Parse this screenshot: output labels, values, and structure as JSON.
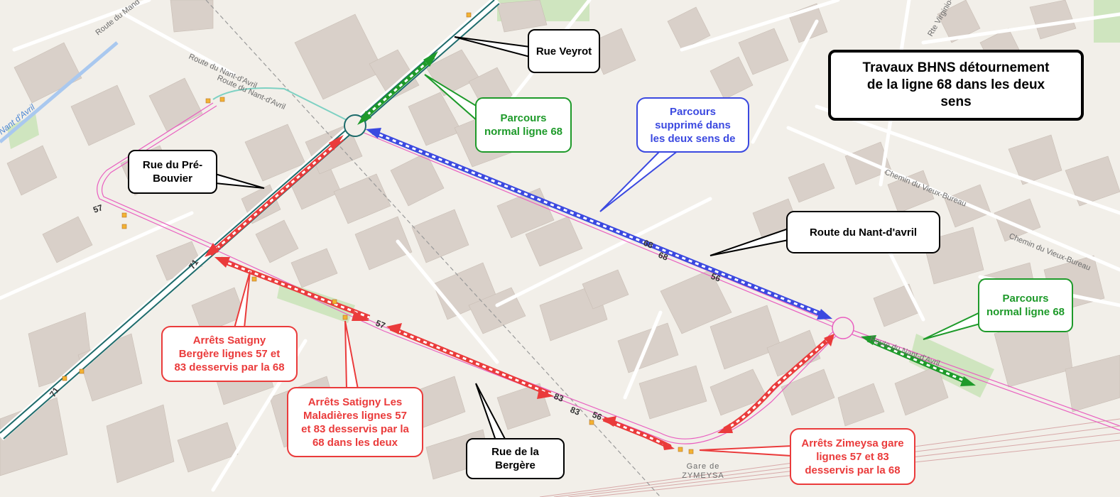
{
  "title": "Travaux BHNS détournement\nde la ligne 68 dans les deux\nsens",
  "colors": {
    "background": "#f2efe9",
    "building": "#d9d0c9",
    "park": "#cfe5bf",
    "rail": "#d7a8a8",
    "tram": "#1d6b6b",
    "normal_route": "#1e9a2a",
    "removed_route": "#3b49e0",
    "detour": "#ea3b3b",
    "bus_line": "#e95fc0"
  },
  "street_labels": {
    "route_du_mandement": "Route du Mand",
    "route_du_nant_avril_nw": "Route du Nant-d'Avril",
    "route_du_nant_avril_nw2": "Route du Nant-d'Avril",
    "nant_avril_water": "Nant d'Avril",
    "route_virginio": "Rte Virginio-M",
    "chemin_vieux_bureau_1": "Chemin du Vieux-Bureau",
    "chemin_vieux_bureau_2": "Chemin du Vieux-Bureau",
    "route_du_nant_avril_se": "Route du Nant-d'Avril",
    "gare": "Gare de\nZYMEYSA"
  },
  "line_numbers": {
    "l57_a": "57",
    "l71_a": "71",
    "l71_b": "71",
    "l68_a": "68",
    "l68_b": "68",
    "l56_a": "56",
    "l57_b": "57",
    "l83_a": "83",
    "l83_b": "83",
    "l56_b": "56"
  },
  "callouts": {
    "rue_veyrot": "Rue Veyrot",
    "parcours_normal_1": "Parcours\nnormal ligne 68",
    "parcours_supprime": "Parcours\nsupprimé dans\nles deux sens de",
    "rue_pre_bouvier": "Rue du Pré-\nBouvier",
    "route_nant_avril": "Route du Nant-d'avril",
    "parcours_normal_2": "Parcours\nnormal ligne 68",
    "arrets_bergere": "Arrêts Satigny\nBergère lignes 57 et\n83 desservis par la 68",
    "arrets_maladieres": "Arrêts Satigny Les\nMaladières lignes 57\net 83 desservis par la\n68 dans les deux",
    "rue_bergere": "Rue de la\nBergère",
    "arrets_zimeysa": "Arrêts Zimeysa gare\nlignes 57 et 83\ndesservis par la 68"
  }
}
